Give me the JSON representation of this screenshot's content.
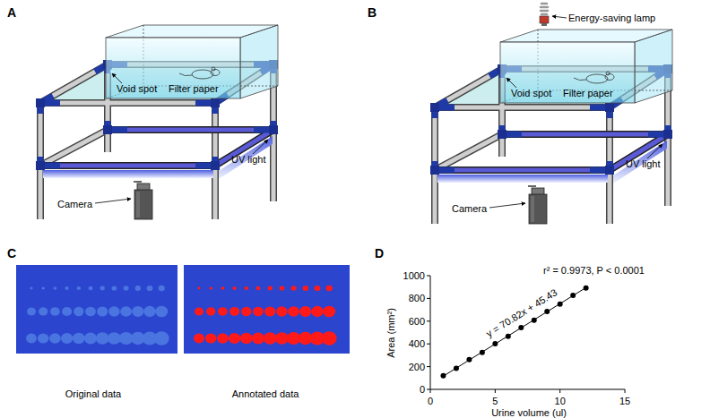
{
  "diagram": {
    "labels": [
      "A",
      "Void spot",
      "Filter paper",
      "UV light",
      "Camera",
      "B",
      "Energy-saving lamp",
      "Void spot",
      "Filter paper",
      "UV light",
      "Camera",
      "C",
      "Original data",
      "Annotated data",
      "D",
      "r² = 0.9973, P < 0.0001",
      "y = 70.82x + 45.43",
      "1000",
      "800",
      "600",
      "400",
      "200",
      "0",
      "0",
      "5",
      "10",
      "15",
      "Area (mm²)",
      "Urine volume (ul)"
    ]
  }
}
